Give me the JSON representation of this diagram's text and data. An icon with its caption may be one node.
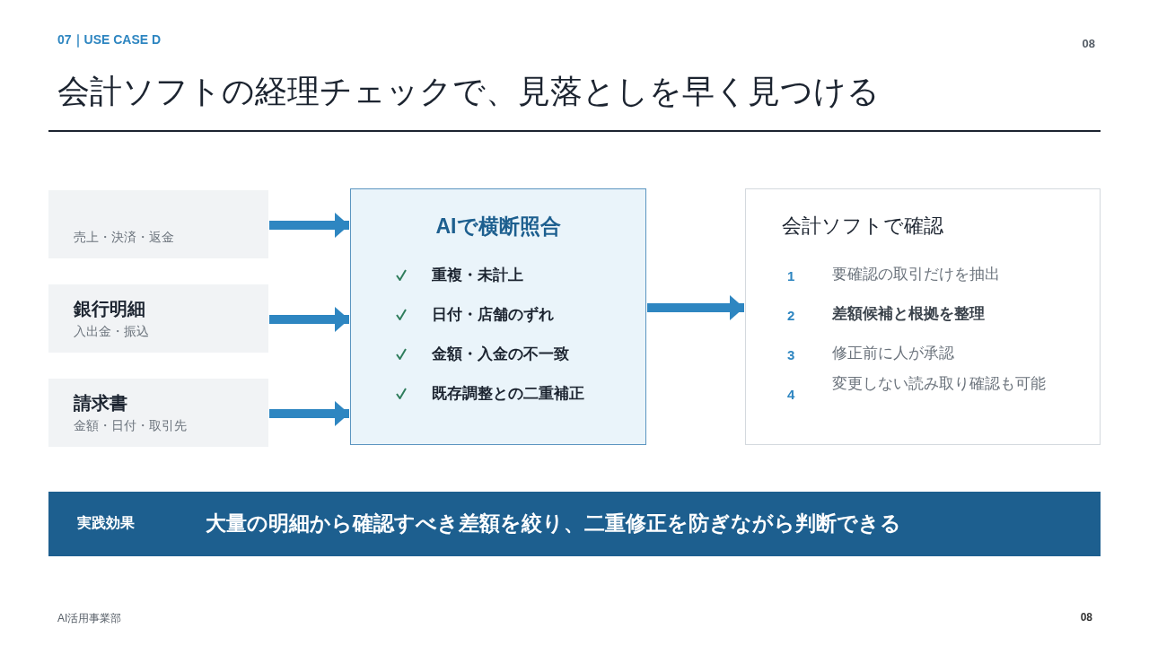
{
  "diagram": {
    "title": "会計ソフトの経理チェックで、見落としを早く見つける",
    "nodes": [
      {
        "text": [
          "売上・決済・返金"
        ]
      },
      {
        "text": [
          "銀行明細",
          "入出金・振込"
        ]
      },
      {
        "text": [
          "請求書",
          "金額・日付・取引先"
        ]
      },
      {
        "text": [
          "AIで横断照合",
          "重複・未計上",
          "日付・店舗のずれ",
          "金額・入金の不一致",
          "既存調整との二重補正"
        ]
      },
      {
        "text": [
          "会計ソフトで確認",
          "1",
          "要確認の取引だけを抽出",
          "2",
          "差額候補と根拠を整理",
          "3",
          "修正前に人が承認",
          "4",
          "変更しない読み取り確認も可能"
        ]
      },
      {
        "text": [
          "実践効果",
          "大量の明細から確認すべき差額を絞り、二重修正を防ぎながら判断できる"
        ]
      }
    ],
    "edges": [
      {
        "from": 0,
        "to": 3,
        "arrow": "to"
      },
      {
        "from": 1,
        "to": 3,
        "arrow": "to"
      },
      {
        "from": 2,
        "to": 3,
        "arrow": "to"
      },
      {
        "from": 3,
        "to": 4,
        "arrow": "to"
      }
    ],
    "labels": [
      "07｜USE CASE D",
      "08",
      "AI活用事業部",
      "08"
    ]
  }
}
